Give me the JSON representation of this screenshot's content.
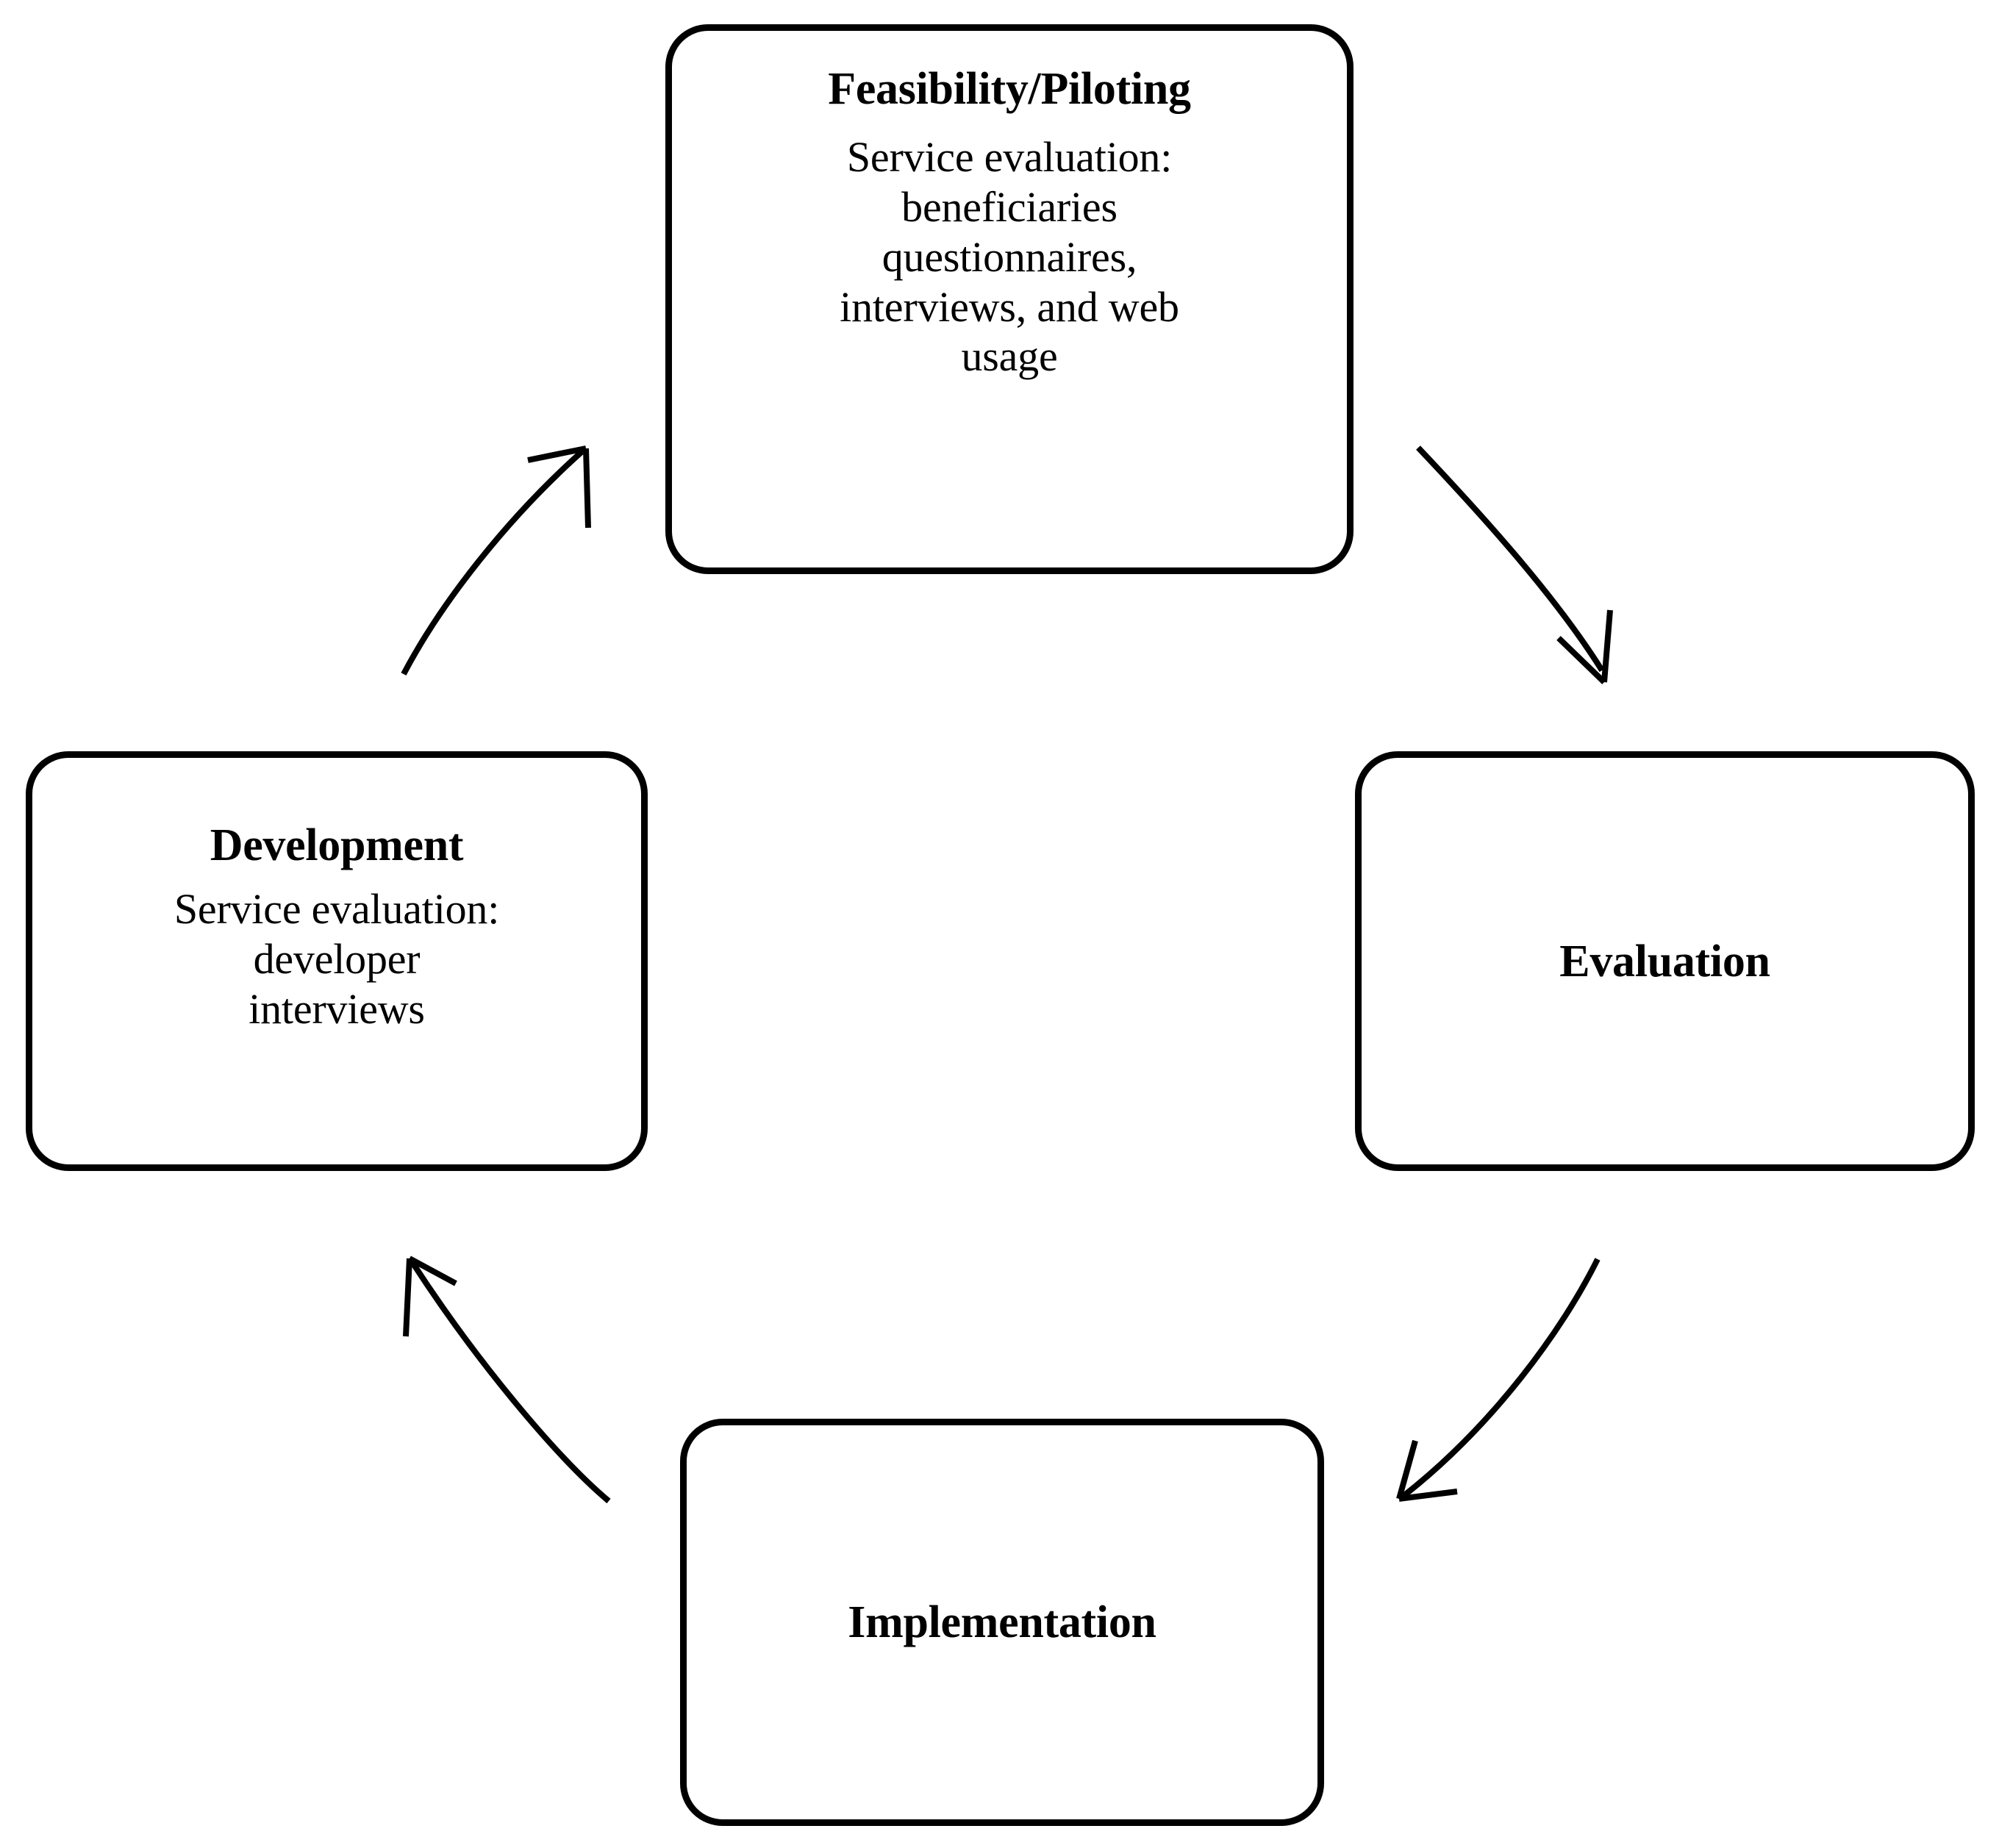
{
  "diagram": {
    "title": "MRC framework cycle with service evaluation mapping",
    "shape": "cycle",
    "direction": "clockwise",
    "stroke_color": "#000000",
    "background_color": "#ffffff",
    "nodes": [
      {
        "id": "feasibility",
        "position": "top",
        "title": "Feasibility/Piloting",
        "body_lines": [
          "Service evaluation:",
          "beneficiaries",
          "questionnaires,",
          "interviews, and web",
          "usage"
        ]
      },
      {
        "id": "evaluation",
        "position": "right",
        "title": "Evaluation",
        "body_lines": []
      },
      {
        "id": "implementation",
        "position": "bottom",
        "title": "Implementation",
        "body_lines": []
      },
      {
        "id": "development",
        "position": "left",
        "title": "Development",
        "body_lines": [
          "Service evaluation:",
          "developer",
          "interviews"
        ]
      }
    ],
    "arrows": [
      {
        "id": "feasibility-to-evaluation",
        "from": "feasibility",
        "to": "evaluation",
        "style": "curved-arrow"
      },
      {
        "id": "evaluation-to-implementation",
        "from": "evaluation",
        "to": "implementation",
        "style": "curved-arrow"
      },
      {
        "id": "implementation-to-development",
        "from": "implementation",
        "to": "development",
        "style": "curved-arrow"
      },
      {
        "id": "development-to-feasibility",
        "from": "development",
        "to": "feasibility",
        "style": "curved-arrow"
      }
    ]
  }
}
